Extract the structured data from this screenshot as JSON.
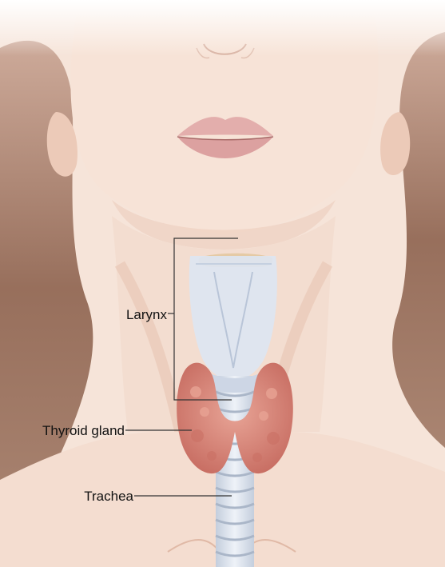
{
  "diagram": {
    "labels": {
      "larynx": "Larynx",
      "thyroid": "Thyroid gland",
      "trachea": "Trachea"
    }
  },
  "colors": {
    "skin": "#f4ddd0",
    "skin_shadow": "#e9c3b0",
    "hair": "#9a6e58",
    "lips": "#e3a9a8",
    "cartilage": "#dfe6f2",
    "thyroid": "#d9857a",
    "line": "#333333"
  }
}
